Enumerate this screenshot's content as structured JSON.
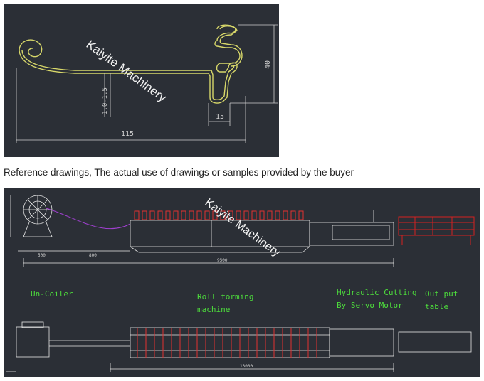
{
  "caption": "Reference drawings, The actual use of drawings or samples provided by the buyer",
  "watermark": "Kaiyite Machinery",
  "profile_drawing": {
    "dims": {
      "height": "40",
      "thickness": "1.0-1.5",
      "hook_width": "15",
      "total_width": "115"
    }
  },
  "layout_drawing": {
    "dims": {
      "coiler_side": "500",
      "coiler_gap": "800",
      "overall_side": "9500",
      "overall_plan": "13000"
    },
    "labels": {
      "uncoiler": "Un-Coiler",
      "roll_forming_1": "Roll forming",
      "roll_forming_2": "machine",
      "cutting_1": "Hydraulic Cutting",
      "cutting_2": "By Servo Motor",
      "output_1": "Out put",
      "output_2": "table"
    }
  },
  "colors": {
    "background": "#2b2f36",
    "line": "#e8e8e8",
    "dim": "#cfcfcf",
    "label": "#4ddc3c",
    "roller": "#e03030",
    "trace": "#a040d0",
    "outfeed": "#d42020"
  }
}
